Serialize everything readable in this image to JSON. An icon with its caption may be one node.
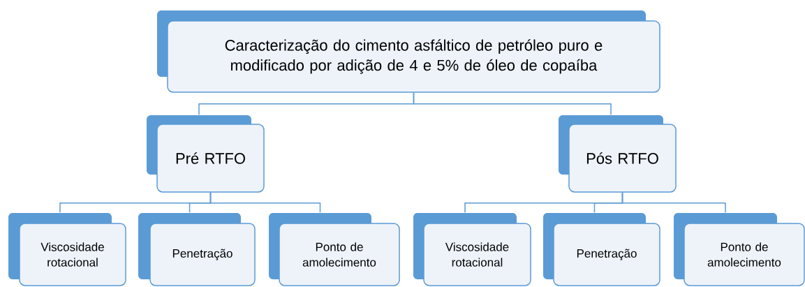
{
  "diagram": {
    "nodes": [
      {
        "text": [
          "Caracterização do cimento asfáltico de petróleo puro e modificado por adição de 4 e 5% de óleo de copaíba"
        ]
      },
      {
        "text": [
          "Pré RTFO"
        ]
      },
      {
        "text": [
          "Pós RTFO"
        ]
      },
      {
        "text": [
          "Viscosidade rotacional"
        ]
      },
      {
        "text": [
          "Penetração"
        ]
      },
      {
        "text": [
          "Ponto de amolecimento"
        ]
      },
      {
        "text": [
          "Viscosidade rotacional"
        ]
      },
      {
        "text": [
          "Penetração"
        ]
      },
      {
        "text": [
          "Ponto de amolecimento"
        ]
      }
    ],
    "edges": [
      {
        "from": 0,
        "to": 1,
        "arrow": "none"
      },
      {
        "from": 0,
        "to": 2,
        "arrow": "none"
      },
      {
        "from": 1,
        "to": 3,
        "arrow": "none"
      },
      {
        "from": 1,
        "to": 4,
        "arrow": "none"
      },
      {
        "from": 1,
        "to": 5,
        "arrow": "none"
      },
      {
        "from": 2,
        "to": 6,
        "arrow": "none"
      },
      {
        "from": 2,
        "to": 7,
        "arrow": "none"
      },
      {
        "from": 2,
        "to": 8,
        "arrow": "none"
      }
    ]
  }
}
